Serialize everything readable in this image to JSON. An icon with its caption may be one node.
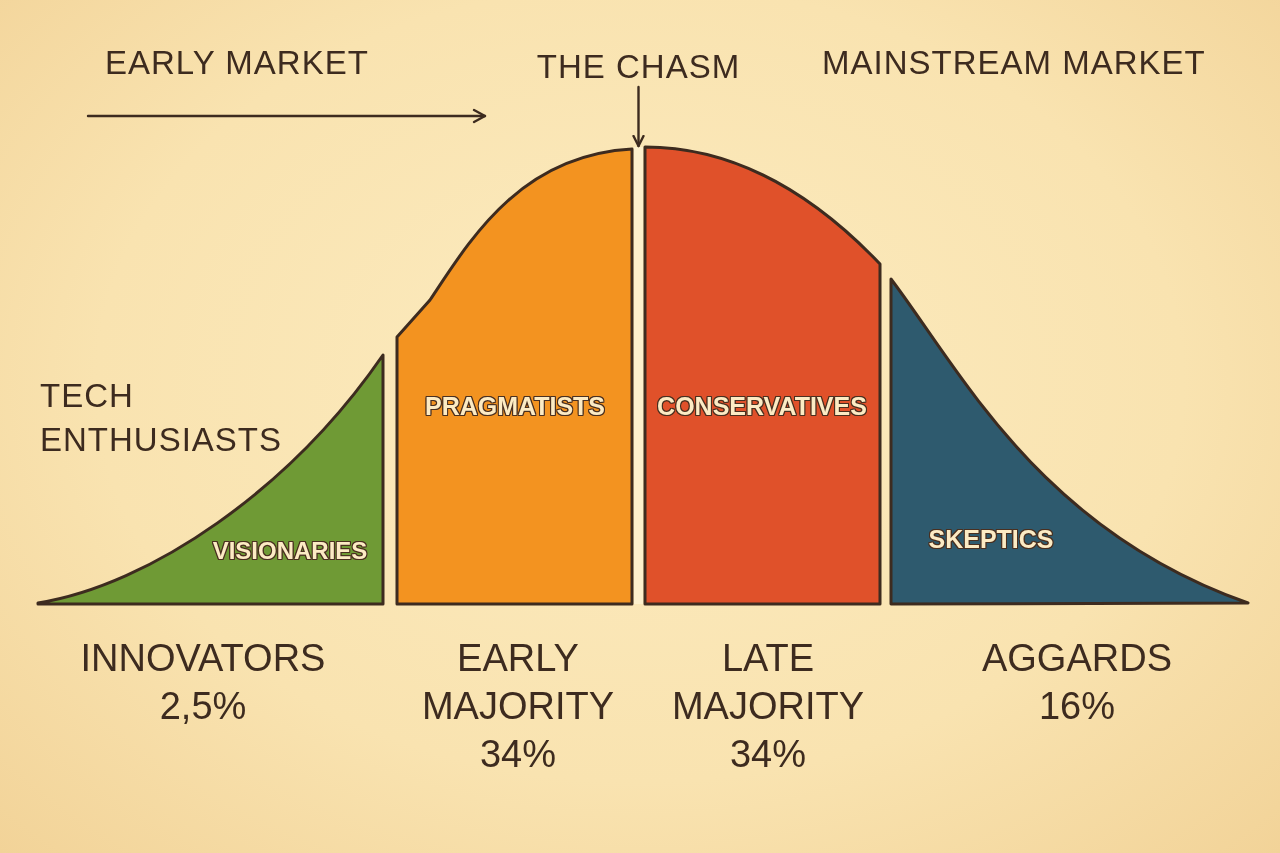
{
  "diagram": {
    "nodes": [
      {
        "text": [
          "THE CHASM"
        ]
      },
      {
        "text": [
          "VISIONARIES"
        ],
        "beside": [
          "INNOVATORS",
          "2,5%"
        ]
      },
      {
        "text": [
          "PRAGMATISTS"
        ],
        "beside": [
          "EARLY MAJORITY",
          "34%"
        ]
      },
      {
        "text": [],
        "shape": "bar"
      },
      {
        "text": [
          "CONSERVATIVES"
        ],
        "beside": [
          "LATE MAJORITY",
          "34%"
        ]
      },
      {
        "text": [
          "SKEPTICS"
        ],
        "beside": [
          "AGGARDS",
          "16%"
        ]
      }
    ],
    "edges": [
      {
        "from": 0,
        "to": 3,
        "arrow": "to"
      }
    ],
    "labels": [
      "EARLY MARKET",
      "MAINSTREAM MARKET",
      "TECH ENTHUSIASTS"
    ]
  }
}
